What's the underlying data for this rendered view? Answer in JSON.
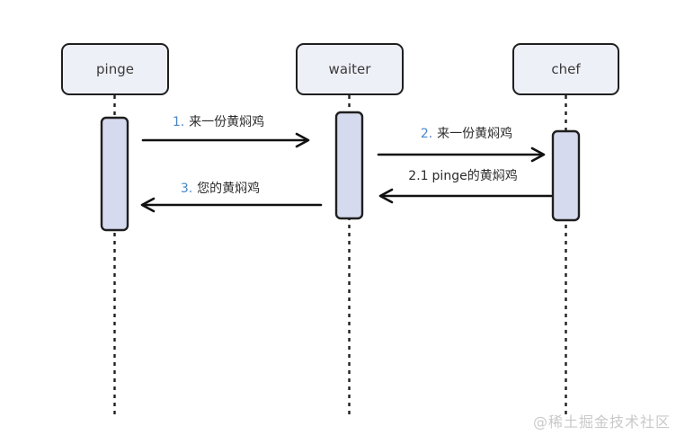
{
  "diagram": {
    "type": "sequence-diagram",
    "actors": [
      {
        "id": "pinge",
        "label": "pinge"
      },
      {
        "id": "waiter",
        "label": "waiter"
      },
      {
        "id": "chef",
        "label": "chef"
      }
    ],
    "messages": [
      {
        "prefix": "1.",
        "text": "来一份黄焖鸡",
        "from": "pinge",
        "to": "waiter",
        "prefix_highlighted": true
      },
      {
        "prefix": "2.",
        "text": "来一份黄焖鸡",
        "from": "waiter",
        "to": "chef",
        "prefix_highlighted": true
      },
      {
        "prefix": "2.1",
        "text": "pinge的黄焖鸡",
        "from": "chef",
        "to": "waiter",
        "prefix_highlighted": false
      },
      {
        "prefix": "3.",
        "text": "您的黄焖鸡",
        "from": "waiter",
        "to": "pinge",
        "prefix_highlighted": true
      }
    ],
    "watermark": "@稀土掘金技术社区",
    "colors": {
      "accent_number_blue": "#4a86c8",
      "actor_box_fill": "#eef0f8",
      "activation_fill": "#d6daee",
      "stroke": "#1f1f1f",
      "label_text": "#2b2b2b",
      "watermark": "#c9c9c9",
      "background": "#ffffff"
    }
  }
}
